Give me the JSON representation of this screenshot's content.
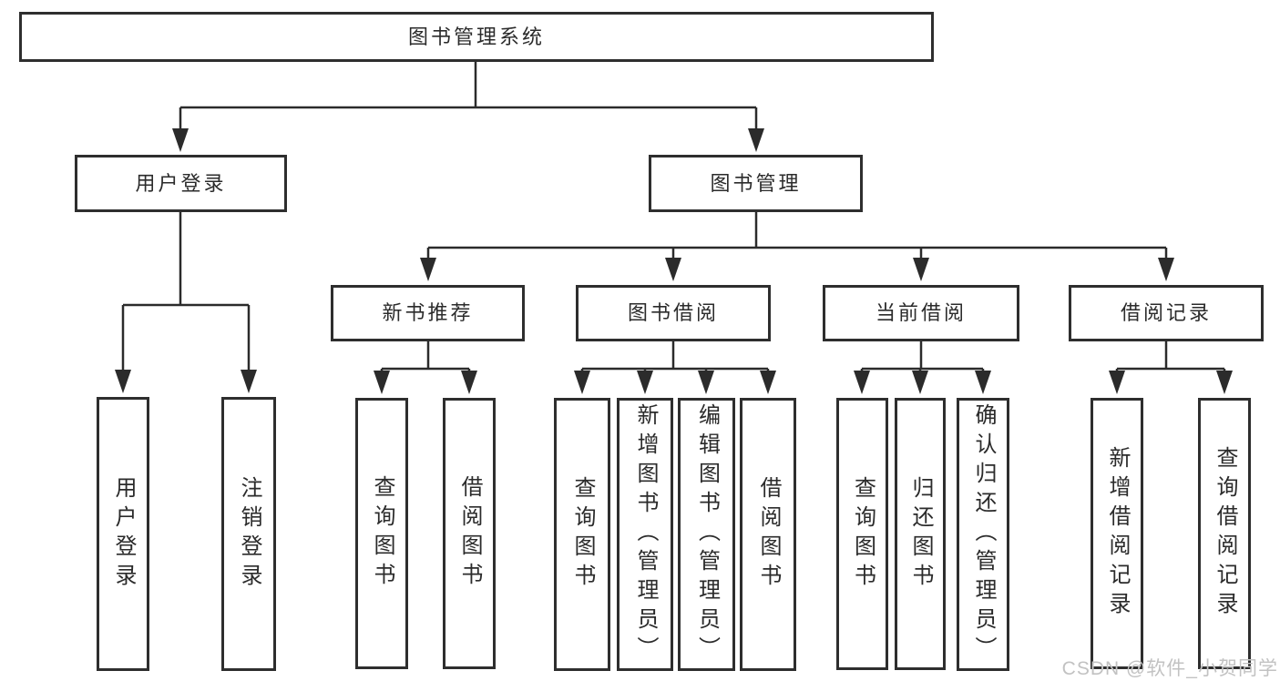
{
  "diagram": {
    "tree": {
      "root": "图书管理系统",
      "branches": [
        {
          "label": "用户登录",
          "children": [
            "用户登录",
            "注销登录"
          ]
        },
        {
          "label": "图书管理",
          "groups": [
            {
              "label": "新书推荐",
              "children": [
                "查询图书",
                "借阅图书"
              ]
            },
            {
              "label": "图书借阅",
              "children": [
                "查询图书",
                "新增图书（管理员）",
                "编辑图书（管理员）",
                "借阅图书"
              ]
            },
            {
              "label": "当前借阅",
              "children": [
                "查询图书",
                "归还图书",
                "确认归还（管理员）"
              ]
            },
            {
              "label": "借阅记录",
              "children": [
                "新增借阅记录",
                "查询借阅记录"
              ]
            }
          ]
        }
      ]
    },
    "watermark": "CSDN @软件_小贺同学",
    "colors": {
      "line": "#2b2b2b",
      "box_border": "#2e2e2e",
      "text": "#2b2b2b",
      "watermark": "#c2c2c2",
      "background": "#ffffff"
    }
  }
}
